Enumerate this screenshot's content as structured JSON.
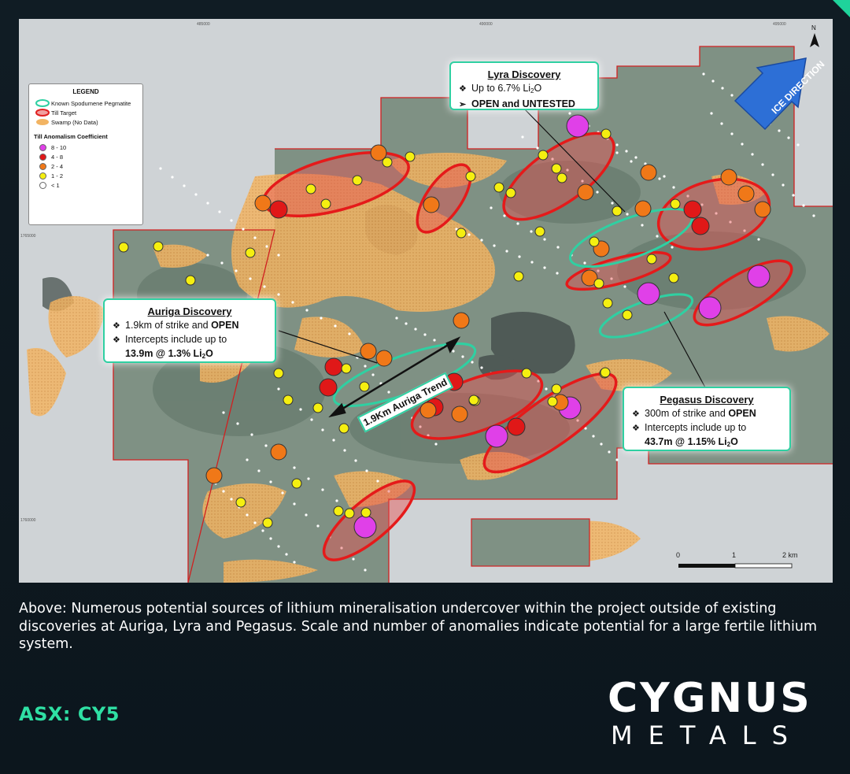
{
  "legend": {
    "title": "LEGEND",
    "items": [
      {
        "label": "Known Spodumene Pegmatite",
        "color": "#2fd0a2"
      },
      {
        "label": "Till Target",
        "color": "#e02020"
      },
      {
        "label": "Swamp (No Data)",
        "color": "#f0b060"
      }
    ],
    "subtitle": "Till Anomalism Coefficient",
    "classes": [
      {
        "label": "8 - 10",
        "color": "#e040e8"
      },
      {
        "label": "4 - 8",
        "color": "#e01818"
      },
      {
        "label": "2 - 4",
        "color": "#f07818"
      },
      {
        "label": "1 - 2",
        "color": "#f5ef10"
      },
      {
        "label": "< 1",
        "color": "#ffffff"
      }
    ]
  },
  "callouts": {
    "lyra": {
      "title": "Lyra Discovery",
      "line1_pre": "Up to 6.7% Li",
      "line1_sub": "2",
      "line1_post": "O",
      "line2": "OPEN and UNTESTED"
    },
    "auriga": {
      "title": "Auriga Discovery",
      "line1_pre": "1.9km of strike and ",
      "line1_bold": "OPEN",
      "line2": "Intercepts include up to",
      "line3_pre": "13.9m @ 1.3% Li",
      "line3_sub": "2",
      "line3_post": "O"
    },
    "pegasus": {
      "title": "Pegasus Discovery",
      "line1_pre": "300m of strike and ",
      "line1_bold": "OPEN",
      "line2": "Intercepts include up to",
      "line3_pre": "43.7m @ 1.15% Li",
      "line3_sub": "2",
      "line3_post": "O"
    }
  },
  "map_labels": {
    "trend": "1.9Km Auriga Trend",
    "ice_direction": "ICE DIRECTION",
    "north": "N",
    "coords": [
      "485000",
      "490000",
      "495000",
      "1765000",
      "1760000"
    ]
  },
  "scale_bar": {
    "labels": [
      "0",
      "1",
      "2 km"
    ]
  },
  "caption": "Above: Numerous potential sources of lithium mineralisation undercover within the project outside of existing discoveries at Auriga, Lyra and Pegasus. Scale and number of anomalies indicate potential for a large fertile lithium system.",
  "ticker": "ASX: CY5",
  "logo": {
    "line1": "CYGNUS",
    "line2": "METALS"
  },
  "colors": {
    "accent": "#2fe0a4",
    "background": "#0f1a22",
    "pegmatite": "#2fd0a2",
    "till_target": "#e02020"
  }
}
